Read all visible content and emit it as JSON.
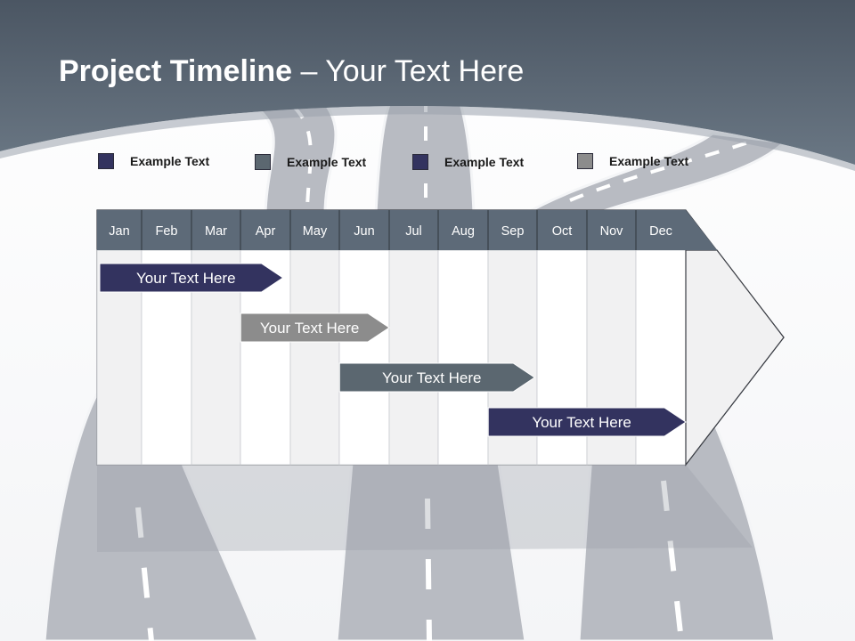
{
  "title": {
    "main": "Project Timeline",
    "sub": "– Your Text Here"
  },
  "colors": {
    "header_band": "#5d6a78",
    "navy": "#33335f",
    "slate": "#5b6770",
    "gray": "#8c8c8c",
    "road": "#b9bcc3"
  },
  "legend": [
    {
      "label": "Example Text",
      "color": "#33335f"
    },
    {
      "label": "Example Text",
      "color": "#5b6770"
    },
    {
      "label": "Example Text",
      "color": "#33335f"
    },
    {
      "label": "Example Text",
      "color": "#8c8c8c"
    }
  ],
  "timeline": {
    "months": [
      "Jan",
      "Feb",
      "Mar",
      "Apr",
      "May",
      "Jun",
      "Jul",
      "Aug",
      "Sep",
      "Oct",
      "Nov",
      "Dec"
    ],
    "tasks": [
      {
        "label": "Your  Text Here",
        "start_month": 0,
        "end_month": 3.85,
        "color": "#33335f"
      },
      {
        "label": "Your  Text Here",
        "start_month": 2.95,
        "end_month": 6.0,
        "color": "#8c8c8c"
      },
      {
        "label": "Your  Text Here",
        "start_month": 4.95,
        "end_month": 8.95,
        "color": "#5b6770"
      },
      {
        "label": "Your  Text Here",
        "start_month": 7.95,
        "end_month": 12.0,
        "color": "#33335f"
      }
    ]
  }
}
